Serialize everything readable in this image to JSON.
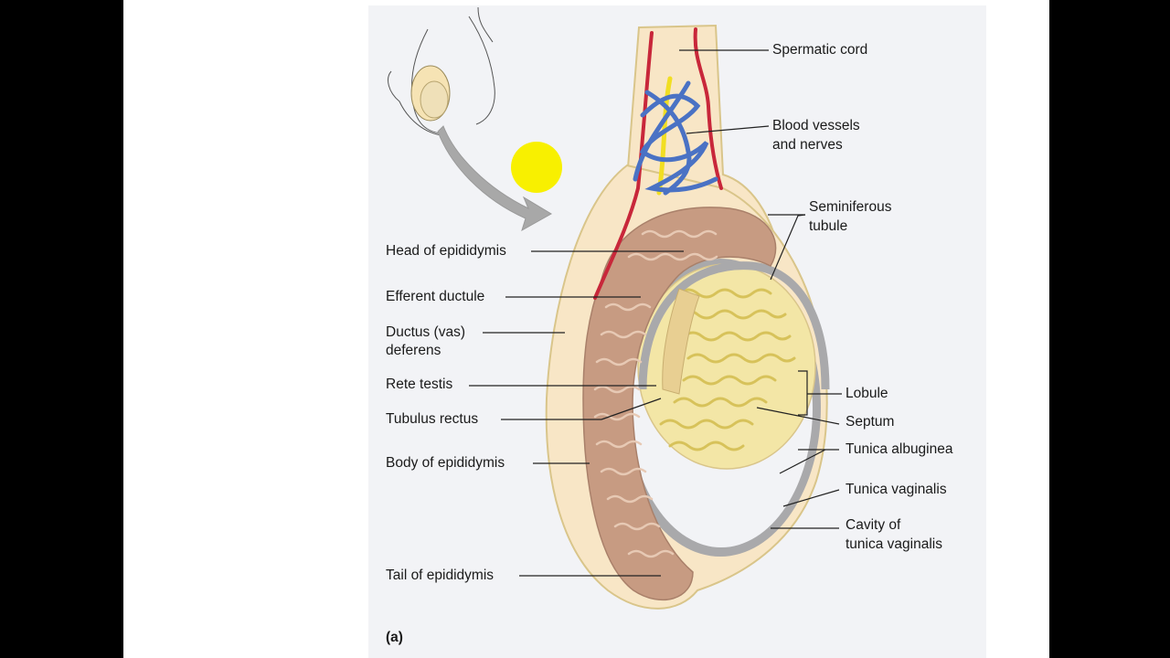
{
  "figure": {
    "panel_label": "(a)",
    "labels": {
      "spermatic_cord": "Spermatic cord",
      "blood_vessels_1": "Blood vessels",
      "blood_vessels_2": "and nerves",
      "seminiferous_1": "Seminiferous",
      "seminiferous_2": "tubule",
      "head_epididymis": "Head of epididymis",
      "efferent_ductule": "Efferent ductule",
      "ductus_1": "Ductus (vas)",
      "ductus_2": "deferens",
      "rete_testis": "Rete testis",
      "tubulus_rectus": "Tubulus rectus",
      "body_epididymis": "Body of epididymis",
      "tail_epididymis": "Tail of epididymis",
      "lobule": "Lobule",
      "septum": "Septum",
      "tunica_albuginea": "Tunica albuginea",
      "tunica_vaginalis": "Tunica vaginalis",
      "cavity_1": "Cavity of",
      "cavity_2": "tunica vaginalis"
    }
  },
  "colors": {
    "background_side": "#000000",
    "page": "#ffffff",
    "figure_bg": "#f2f3f6",
    "outline": "#d9c58a",
    "skin": "#f8e6c6",
    "epididymis": "#c79b82",
    "tubule": "#f0dc84",
    "gray_tunica": "#a9a9ab",
    "artery": "#c8273a",
    "vein": "#4a72c4",
    "nerve": "#f1de22",
    "cursor_dot": "#f8f000",
    "arrow": "#a8a8a8"
  }
}
